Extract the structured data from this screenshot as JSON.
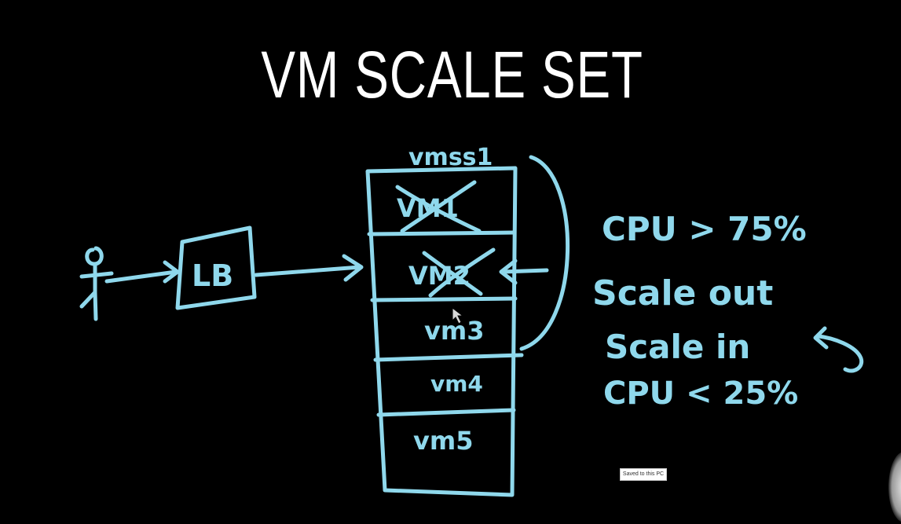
{
  "title": "VM SCALE SET",
  "diagram": {
    "load_balancer": "LB",
    "scale_set_name": "vmss1",
    "instances": [
      {
        "label": "VM1",
        "crossed_out": true
      },
      {
        "label": "VM2",
        "crossed_out": true
      },
      {
        "label": "vm3",
        "crossed_out": false
      },
      {
        "label": "vm4",
        "crossed_out": false
      },
      {
        "label": "vm5",
        "crossed_out": false
      }
    ],
    "notes": {
      "scale_out_condition": "CPU > 75%",
      "scale_out": "Scale out",
      "scale_in": "Scale in",
      "scale_in_condition": "CPU < 25%"
    }
  },
  "toast": "Saved to this PC",
  "colors": {
    "background": "#000000",
    "ink": "#8fd8ec",
    "title": "#ffffff"
  }
}
